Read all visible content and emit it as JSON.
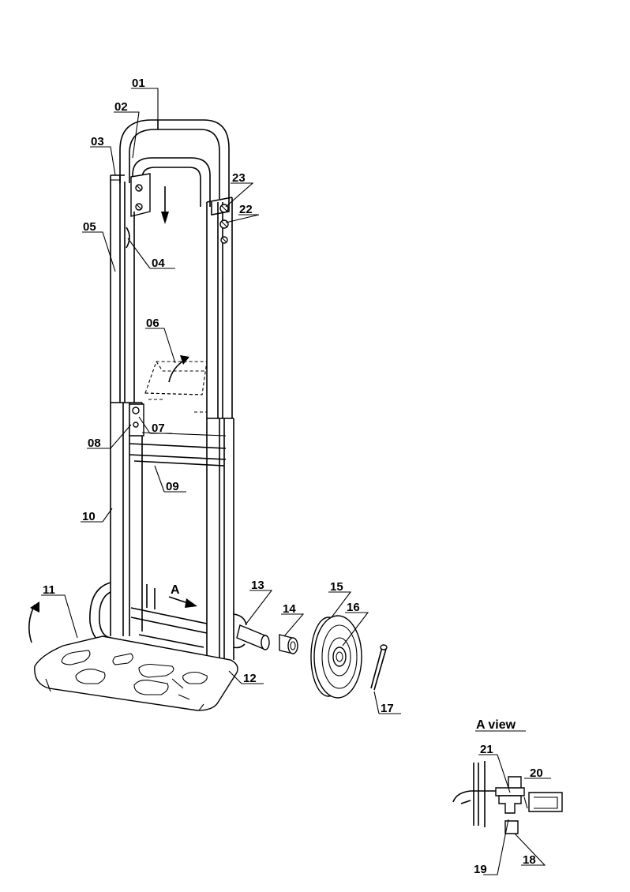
{
  "diagram": {
    "parts": [
      {
        "id": "01",
        "label": "01"
      },
      {
        "id": "02",
        "label": "02"
      },
      {
        "id": "03",
        "label": "03"
      },
      {
        "id": "04",
        "label": "04"
      },
      {
        "id": "05",
        "label": "05"
      },
      {
        "id": "06",
        "label": "06"
      },
      {
        "id": "07",
        "label": "07"
      },
      {
        "id": "08",
        "label": "08"
      },
      {
        "id": "09",
        "label": "09"
      },
      {
        "id": "10",
        "label": "10"
      },
      {
        "id": "11",
        "label": "11"
      },
      {
        "id": "12",
        "label": "12"
      },
      {
        "id": "13",
        "label": "13"
      },
      {
        "id": "14",
        "label": "14"
      },
      {
        "id": "15",
        "label": "15"
      },
      {
        "id": "16",
        "label": "16"
      },
      {
        "id": "17",
        "label": "17"
      },
      {
        "id": "18",
        "label": "18"
      },
      {
        "id": "19",
        "label": "19"
      },
      {
        "id": "20",
        "label": "20"
      },
      {
        "id": "21",
        "label": "21"
      },
      {
        "id": "22",
        "label": "22"
      },
      {
        "id": "23",
        "label": "23"
      }
    ],
    "direction_label": "A",
    "detail_view_title": "A view"
  }
}
